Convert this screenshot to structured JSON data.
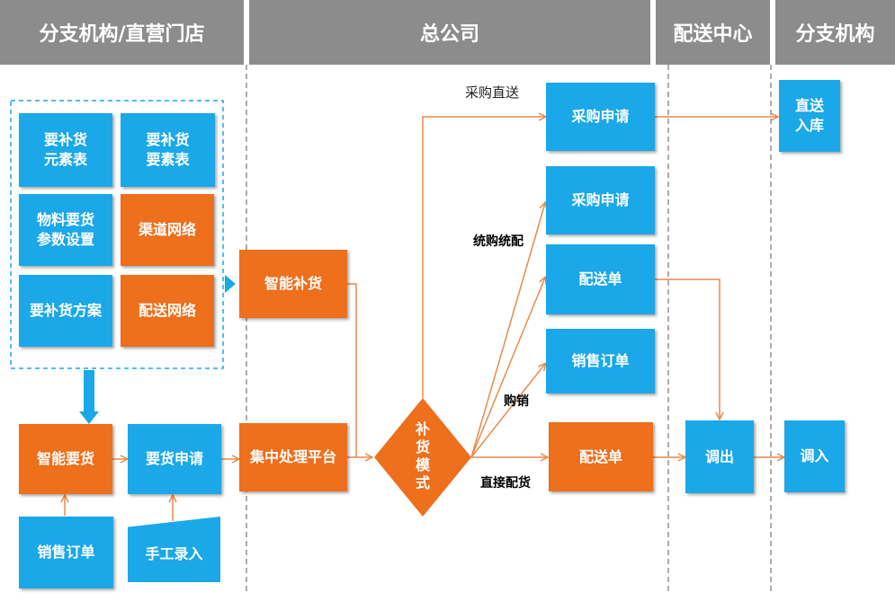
{
  "headers": {
    "branch_store": "分支机构/直营门店",
    "head_office": "总公司",
    "distribution_center": "配送中心",
    "branch": "分支机构"
  },
  "boxes": {
    "replenish_elements": "要补货\n元素表",
    "replenish_factors": "要补货\n要素表",
    "material_params": "物料要货\n参数设置",
    "channel_network": "渠道网络",
    "replenish_plan": "要补货方案",
    "delivery_network": "配送网络",
    "smart_replenish": "智能补货",
    "smart_order": "智能要货",
    "order_request": "要货申请",
    "central_platform": "集中处理平台",
    "sales_order_left": "销售订单",
    "manual_entry": "手工录入",
    "purchase_request_1": "采购申请",
    "purchase_request_2": "采购申请",
    "delivery_note_1": "配送单",
    "sales_order_right": "销售订单",
    "delivery_note_2": "配送单",
    "direct_in": "直送\n入库",
    "transfer_out": "调出",
    "transfer_in": "调入"
  },
  "diamond": "补货模式",
  "labels": {
    "direct_purchase": "采购直送",
    "unified": "统购统配",
    "buy_sell": "购销",
    "direct_delivery": "直接配货"
  },
  "colors": {
    "header": "#8c8c8c",
    "blue": "#1aa8e8",
    "orange": "#ee6f1c",
    "arrow": "#e98a4a",
    "dashed": "#1aa8e8"
  }
}
